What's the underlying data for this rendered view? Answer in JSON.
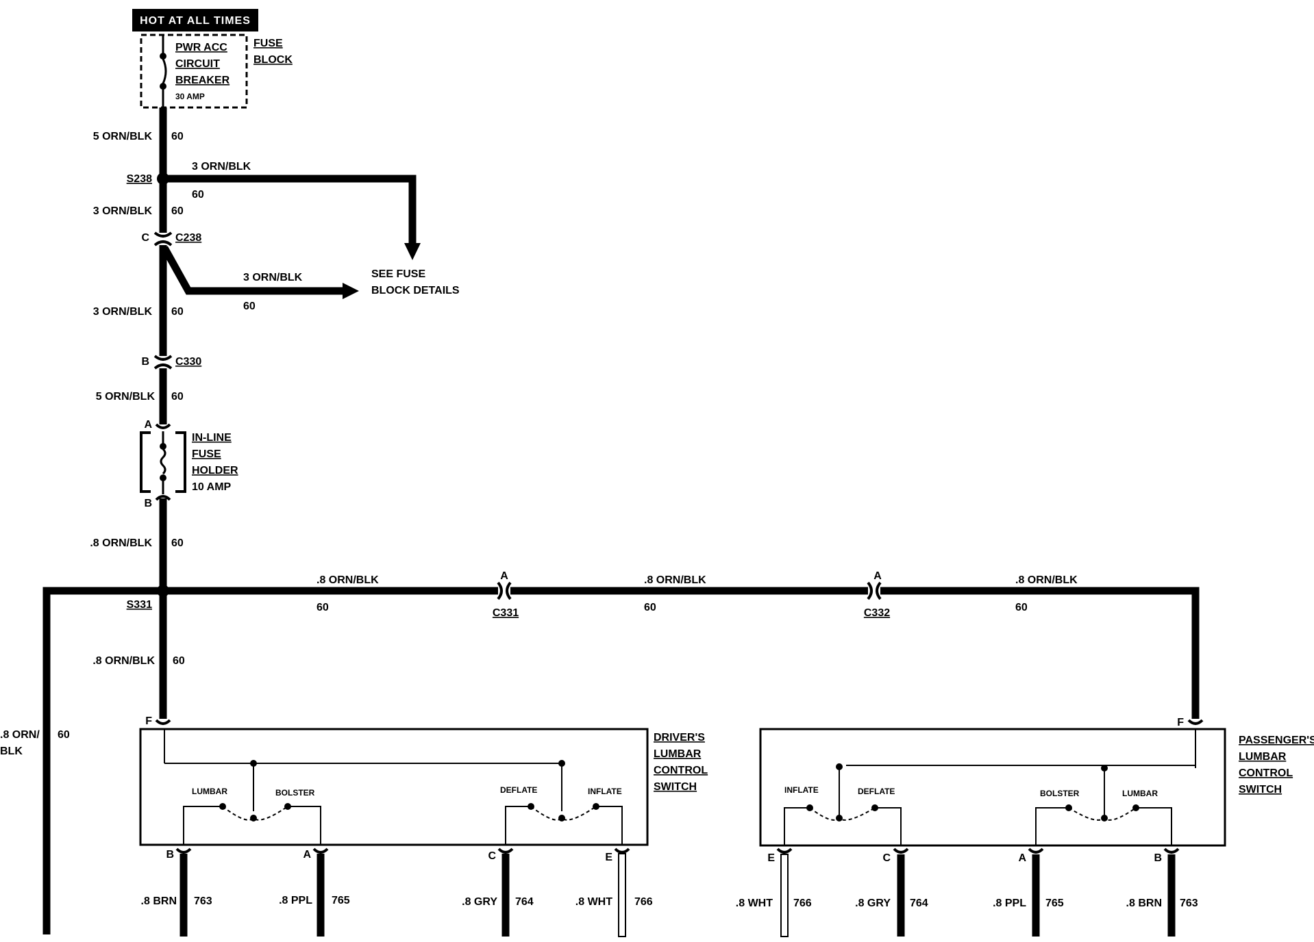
{
  "power_source": {
    "label": "HOT AT ALL TIMES",
    "breaker_lines": [
      "PWR ACC",
      "CIRCUIT",
      "BREAKER"
    ],
    "breaker_rating": "30 AMP",
    "fuse_block_lines": [
      "FUSE",
      "BLOCK"
    ]
  },
  "wires": {
    "main_top": {
      "size_color": "5 ORN/BLK",
      "circuit": "60"
    },
    "branch_top": {
      "size_color": "3 ORN/BLK",
      "circuit": "60"
    },
    "after_s238": {
      "size_color": "3 ORN/BLK",
      "circuit": "60"
    },
    "branch_c238": {
      "size_color": "3 ORN/BLK",
      "circuit": "60"
    },
    "after_c238": {
      "size_color": "3 ORN/BLK",
      "circuit": "60"
    },
    "after_c330": {
      "size_color": "5 ORN/BLK",
      "circuit": "60"
    },
    "after_fuse": {
      "size_color": ".8 ORN/BLK",
      "circuit": "60"
    },
    "to_driver": {
      "size_color": ".8 ORN/BLK",
      "circuit": "60"
    },
    "left_drop": {
      "size_color_lines": [
        ".8 ORN/",
        "BLK"
      ],
      "circuit": "60"
    },
    "horiz_1": {
      "size_color": ".8 ORN/BLK",
      "circuit": "60"
    },
    "horiz_2": {
      "size_color": ".8 ORN/BLK",
      "circuit": "60"
    },
    "horiz_3": {
      "size_color": ".8 ORN/BLK",
      "circuit": "60"
    }
  },
  "splices": {
    "s238": "S238",
    "s331": "S331"
  },
  "connectors": {
    "c238": {
      "name": "C238",
      "pin": "C"
    },
    "c330": {
      "name": "C330",
      "pin": "B"
    },
    "c331": {
      "name": "C331",
      "pin": "A"
    },
    "c332": {
      "name": "C332",
      "pin": "A"
    },
    "fuse_in_pin": "A",
    "fuse_out_pin": "B"
  },
  "see_fuse_block": [
    "SEE FUSE",
    "BLOCK DETAILS"
  ],
  "inline_fuse": {
    "lines": [
      "IN-LINE",
      "FUSE",
      "HOLDER"
    ],
    "rating": "10 AMP"
  },
  "driver_switch": {
    "title_lines": [
      "DRIVER'S",
      "LUMBAR",
      "CONTROL",
      "SWITCH"
    ],
    "input_pin": "F",
    "contacts": [
      "LUMBAR",
      "BOLSTER",
      "DEFLATE",
      "INFLATE"
    ],
    "outputs": [
      {
        "pin": "B",
        "size_color": ".8 BRN",
        "circuit": "763"
      },
      {
        "pin": "A",
        "size_color": ".8 PPL",
        "circuit": "765"
      },
      {
        "pin": "C",
        "size_color": ".8 GRY",
        "circuit": "764"
      },
      {
        "pin": "E",
        "size_color": ".8 WHT",
        "circuit": "766"
      }
    ]
  },
  "passenger_switch": {
    "title_lines": [
      "PASSENGER'S",
      "LUMBAR",
      "CONTROL",
      "SWITCH"
    ],
    "input_pin": "F",
    "contacts": [
      "INFLATE",
      "DEFLATE",
      "BOLSTER",
      "LUMBAR"
    ],
    "outputs": [
      {
        "pin": "E",
        "size_color": ".8 WHT",
        "circuit": "766"
      },
      {
        "pin": "C",
        "size_color": ".8 GRY",
        "circuit": "764"
      },
      {
        "pin": "A",
        "size_color": ".8 PPL",
        "circuit": "765"
      },
      {
        "pin": "B",
        "size_color": ".8 BRN",
        "circuit": "763"
      }
    ]
  },
  "colors": {
    "wire": "#000000",
    "background": "#ffffff",
    "label_fill": "#000000"
  }
}
